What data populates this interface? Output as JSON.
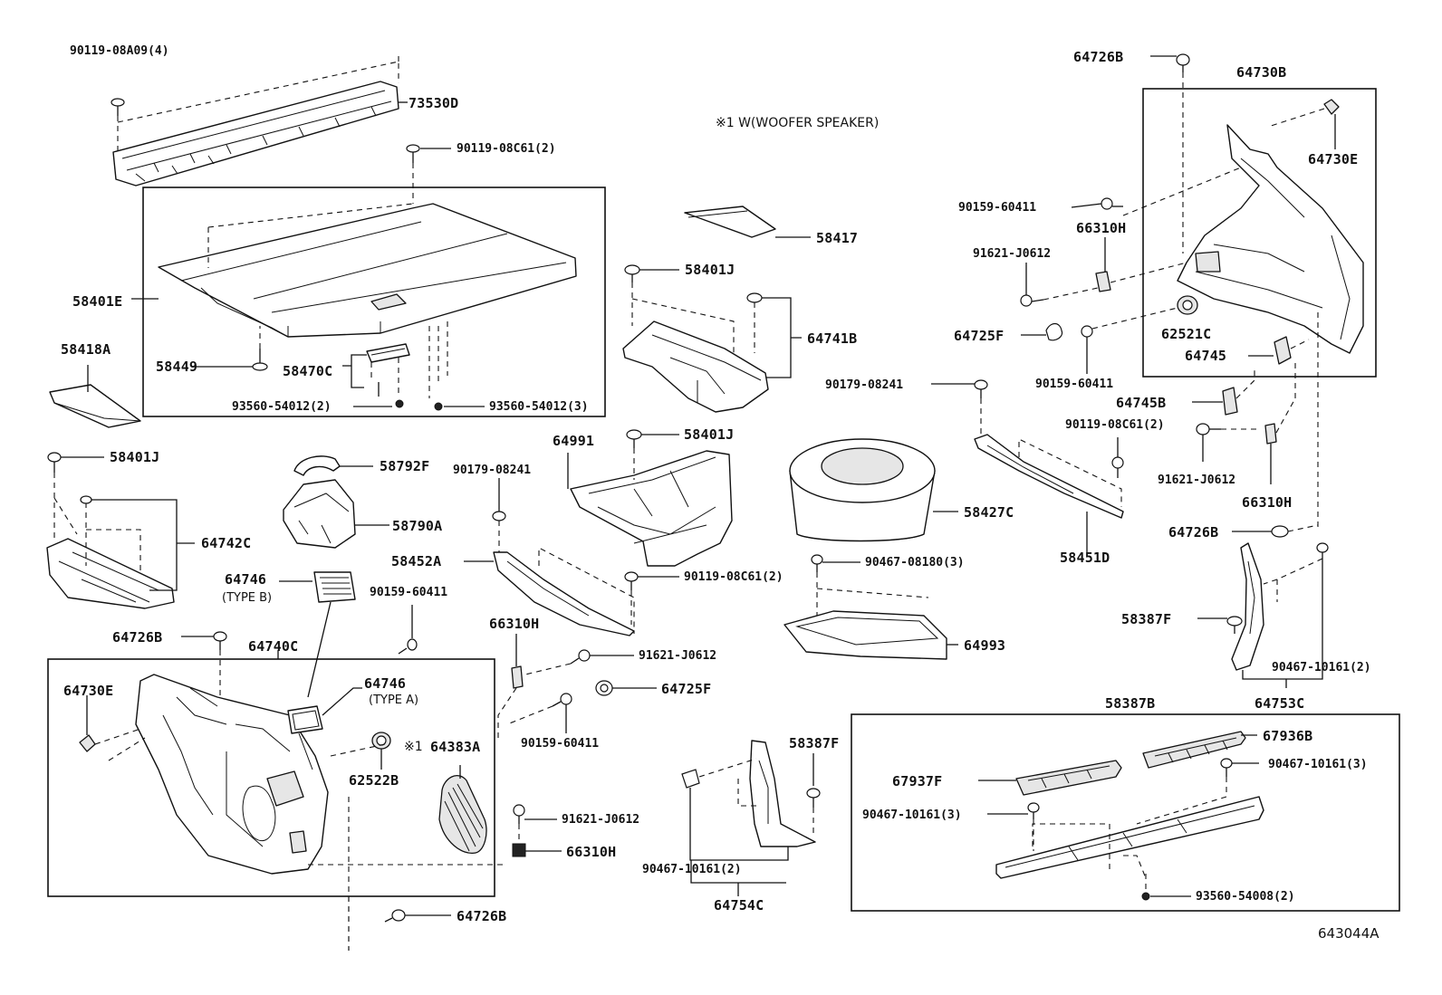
{
  "diagram": {
    "note": "※1 W(WOOFER SPEAKER)",
    "figure_id": "643044A",
    "labels": {
      "l01": "90119-08A09(4)",
      "l02": "73530D",
      "l03": "90119-08C61(2)",
      "l04": "58401E",
      "l05": "58449",
      "l06": "58470C",
      "l07": "93560-54012(2)",
      "l08": "93560-54012(3)",
      "l09": "58418A",
      "l10": "58401J",
      "l11": "64742C",
      "l12": "64746",
      "l13": "(TYPE B)",
      "l14": "64726B",
      "l15": "64740C",
      "l16": "64730E",
      "l17": "64746",
      "l18": "(TYPE A)",
      "l19": "62522B",
      "l20": "※1",
      "l21": "64383A",
      "l22": "64726B",
      "l23": "58792F",
      "l24": "58790A",
      "l25": "90159-60411",
      "l26": "58417",
      "l27": "58401J",
      "l28": "64741B",
      "l29": "64991",
      "l30": "58401J",
      "l31": "90179-08241",
      "l32": "58452A",
      "l33": "90119-08C61(2)",
      "l34": "66310H",
      "l35": "91621-J0612",
      "l36": "64725F",
      "l37": "90159-60411",
      "l38": "91621-J0612",
      "l39": "66310H",
      "l40": "58427C",
      "l41": "90467-08180(3)",
      "l42": "64993",
      "l43": "58387F",
      "l44": "90467-10161(2)",
      "l45": "64754C",
      "l46": "90179-08241",
      "l47": "58451D",
      "l48": "64726B",
      "l49": "64730B",
      "l50": "64730E",
      "l51": "90159-60411",
      "l52": "66310H",
      "l53": "91621-J0612",
      "l54": "64725F",
      "l55": "62521C",
      "l56": "64745",
      "l57": "90159-60411",
      "l58": "64745B",
      "l59": "90119-08C61(2)",
      "l60": "91621-J0612",
      "l61": "66310H",
      "l62": "64726B",
      "l63": "58387F",
      "l64": "90467-10161(2)",
      "l65": "64753C",
      "l66": "58387B",
      "l67": "67936B",
      "l68": "90467-10161(3)",
      "l69": "67937F",
      "l70": "90467-10161(3)",
      "l71": "93560-54008(2)"
    }
  }
}
